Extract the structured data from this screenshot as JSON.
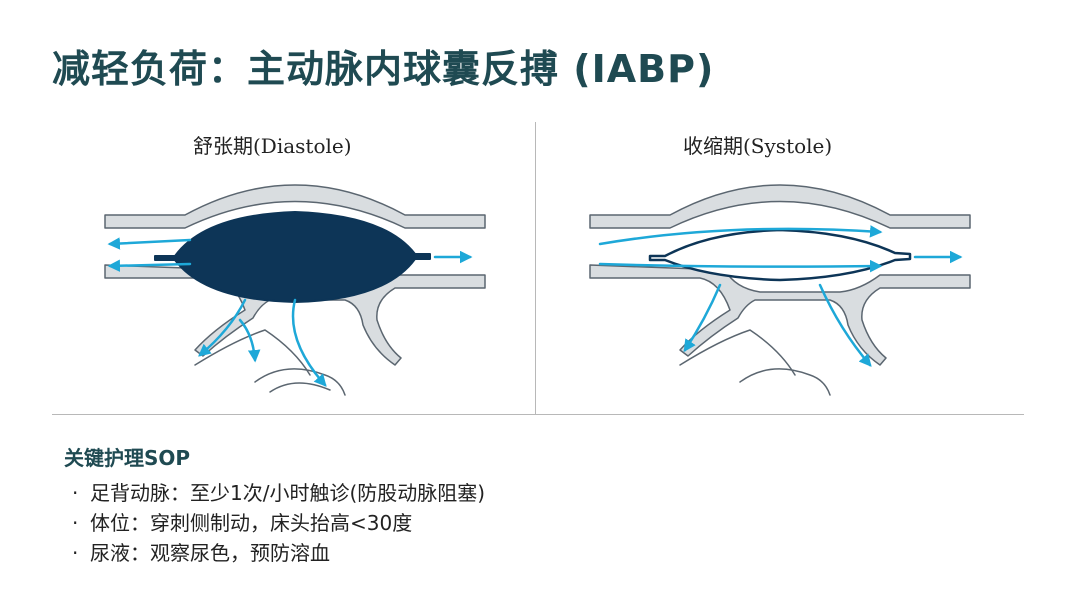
{
  "title": "减轻负荷：主动脉内球囊反搏 (IABP)",
  "panels": {
    "diastole": {
      "label": "舒张期(Diastole)"
    },
    "systole": {
      "label": "收缩期(Systole)"
    }
  },
  "sop": {
    "heading": "关键护理SOP",
    "bullet": "·",
    "items": [
      "足背动脉：至少1次/小时触诊(防股动脉阻塞)",
      "体位：穿刺侧制动，床头抬高<30度",
      "尿液：观察尿色，预防溶血"
    ]
  },
  "colors": {
    "title": "#1f4a52",
    "balloon_inflated": "#0d3557",
    "flow_arrow": "#1ea8d8",
    "vessel_wall": "#d9dde0",
    "vessel_line": "#5b6670"
  }
}
